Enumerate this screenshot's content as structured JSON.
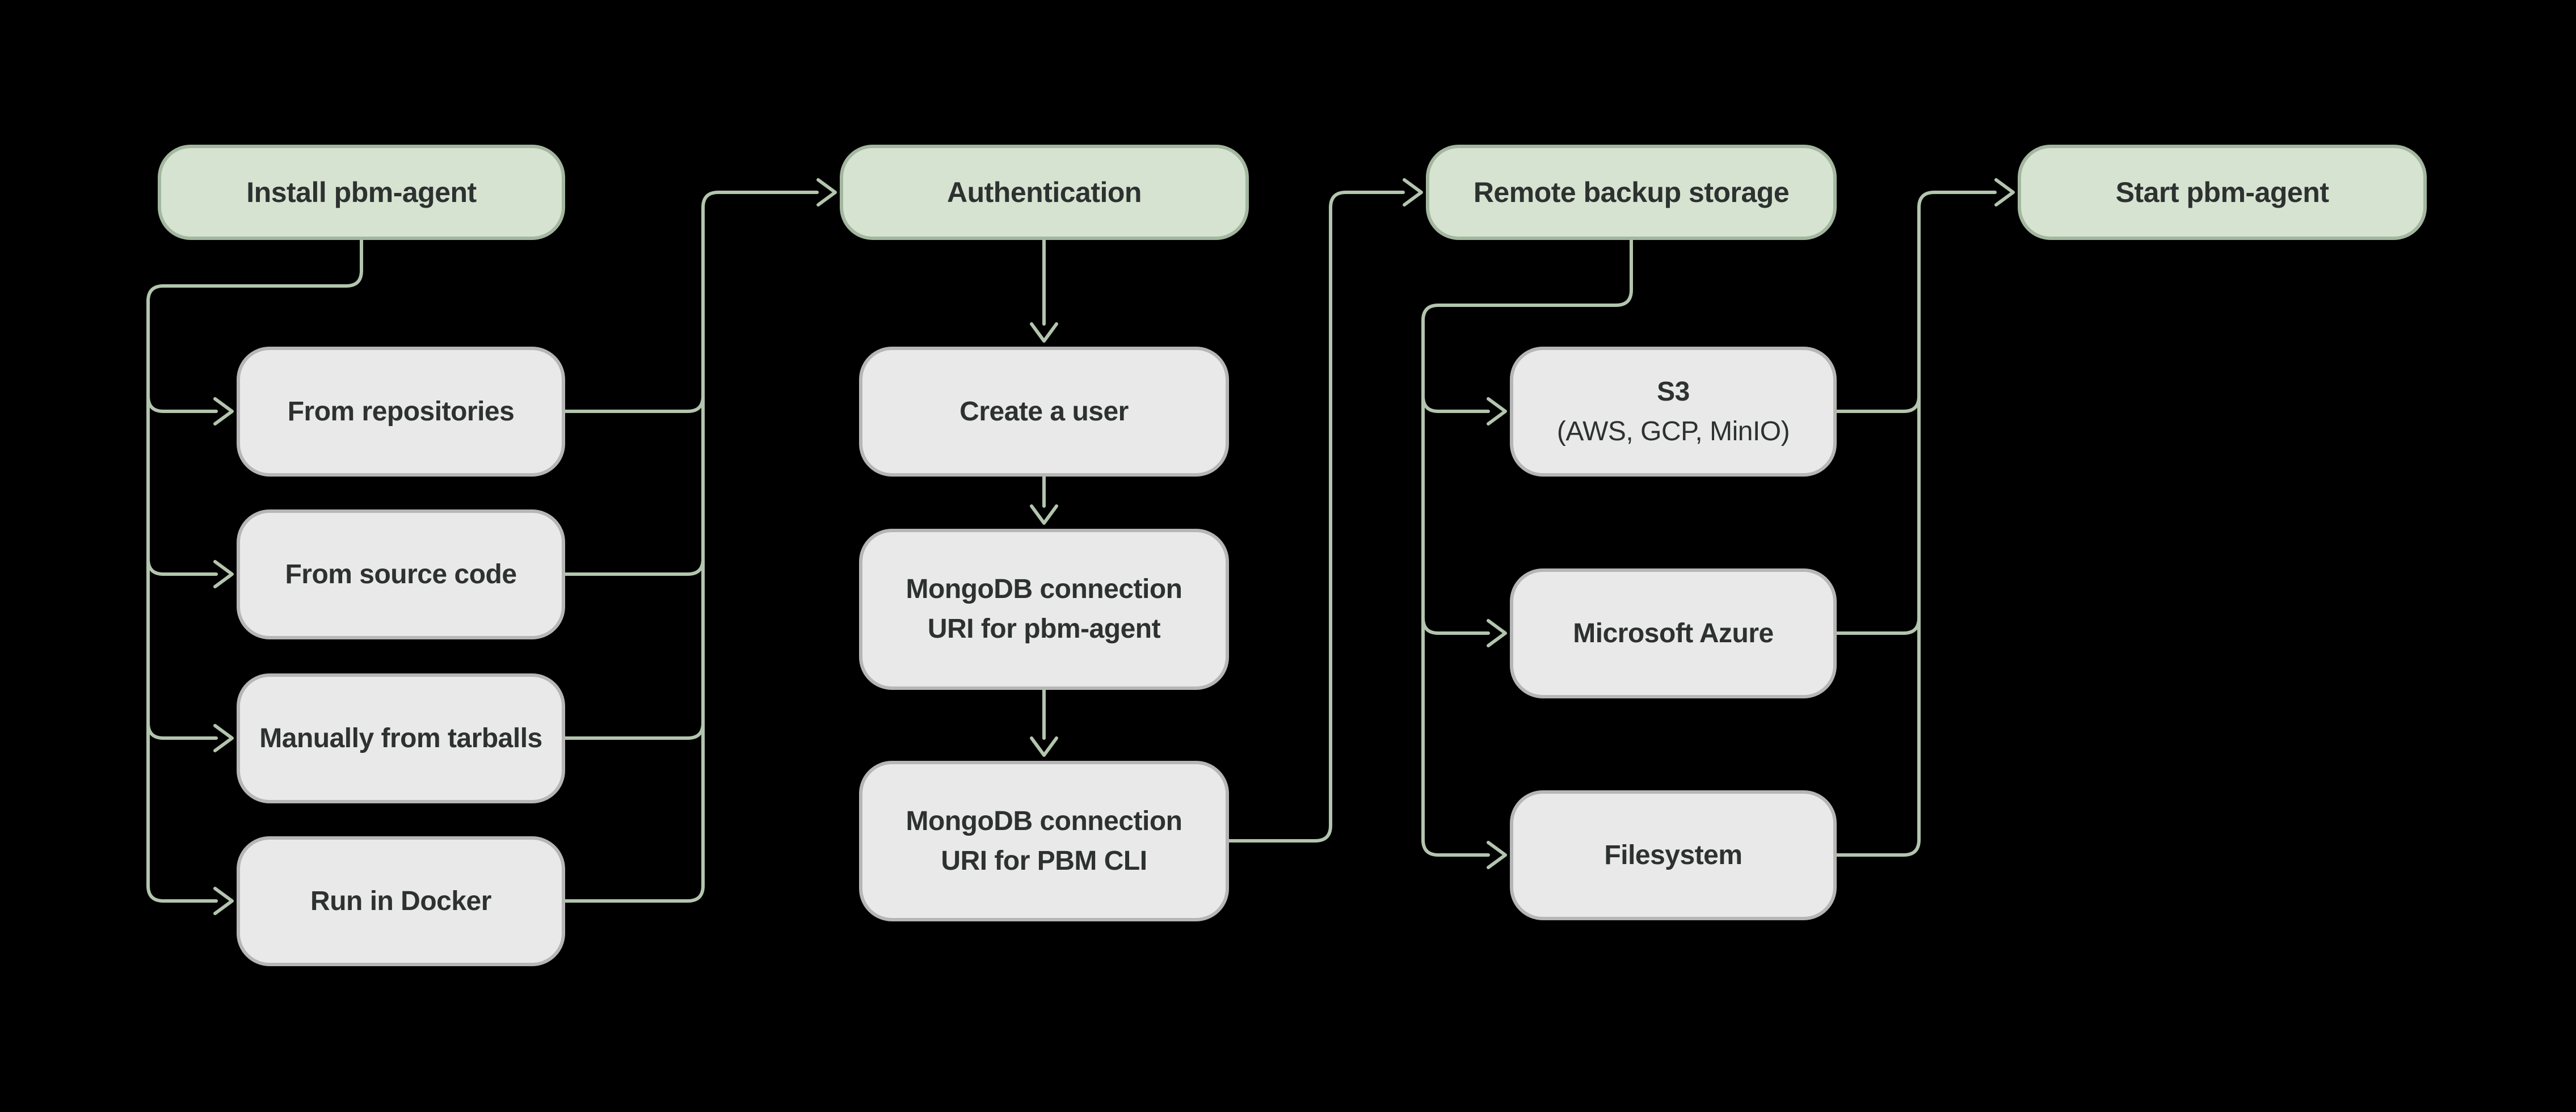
{
  "diagram": {
    "title_semantic": "pbm-agent setup flow",
    "colors": {
      "background": "#000000",
      "header_fill": "#d6e3d1",
      "header_border": "#a3b79f",
      "node_fill": "#e9e9e9",
      "node_border": "#b6b6b6",
      "connector": "#b3c5ae",
      "text": "#2d3130"
    },
    "columns": [
      {
        "id": "install",
        "header": {
          "label": "Install pbm-agent"
        },
        "children": [
          {
            "label": "From repositories"
          },
          {
            "label": "From source code"
          },
          {
            "label": "Manually from tarballs"
          },
          {
            "label": "Run in Docker"
          }
        ]
      },
      {
        "id": "authentication",
        "header": {
          "label": "Authentication"
        },
        "children": [
          {
            "label": "Create a user"
          },
          {
            "line1": "MongoDB connection",
            "line2": "URI for pbm-agent"
          },
          {
            "line1": "MongoDB connection",
            "line2": "URI for PBM CLI"
          }
        ]
      },
      {
        "id": "remote-backup-storage",
        "header": {
          "label": "Remote backup storage"
        },
        "children": [
          {
            "line1": "S3",
            "line2": "(AWS, GCP, MinIO)"
          },
          {
            "label": "Microsoft Azure"
          },
          {
            "label": "Filesystem"
          }
        ]
      },
      {
        "id": "start",
        "header": {
          "label": "Start pbm-agent"
        }
      }
    ]
  }
}
